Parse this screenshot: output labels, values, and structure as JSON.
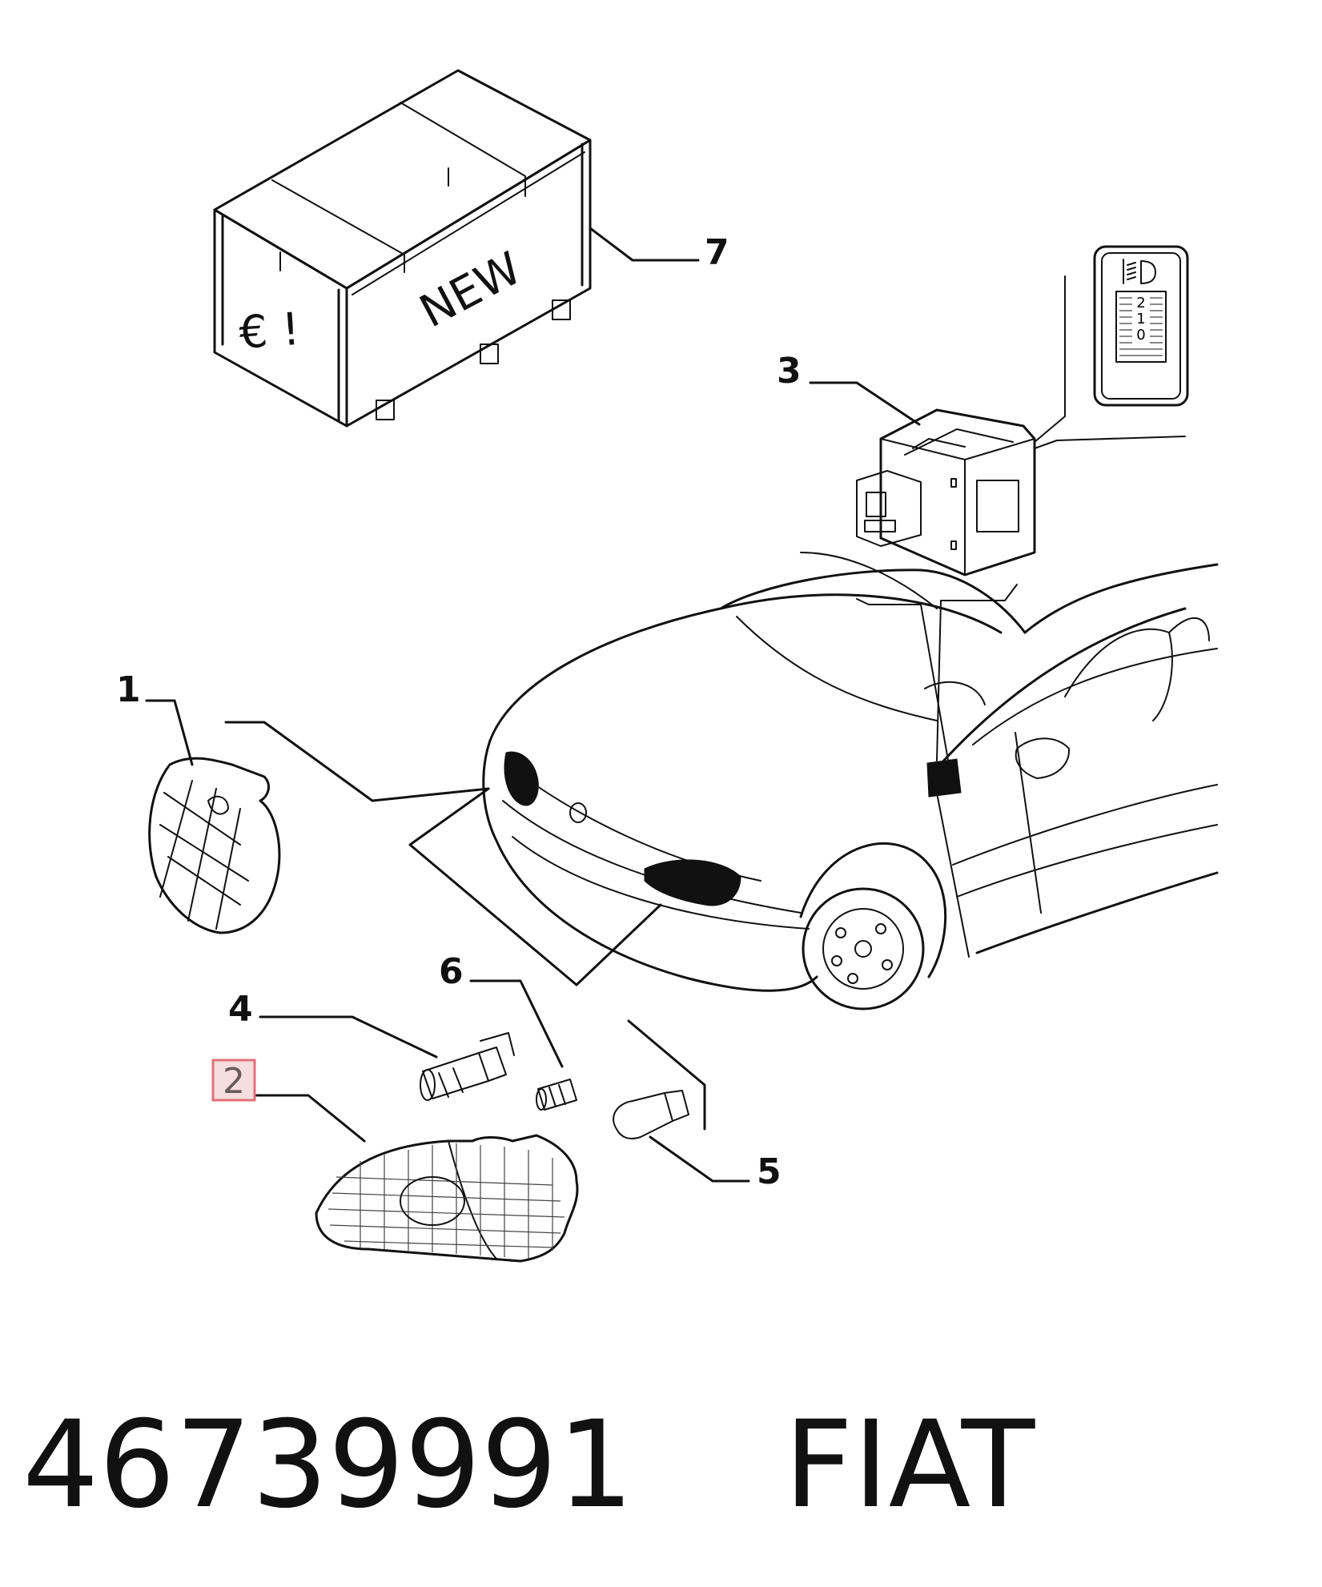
{
  "diagram": {
    "callouts": {
      "one": "1",
      "two": "2",
      "three": "3",
      "four": "4",
      "five": "5",
      "six": "6",
      "seven": "7"
    },
    "highlighted_callout": "2",
    "crate": {
      "brand_text": "NEW",
      "symbol_text": "€ !"
    },
    "switch_panel": {
      "dial_values": [
        "2",
        "1",
        "0"
      ]
    }
  },
  "footer": {
    "part_number": "46739991",
    "brand": "FIAT"
  },
  "colors": {
    "line": "#111111",
    "highlight_fill": "#f6dede",
    "highlight_border": "#e0707a",
    "background": "#ffffff"
  }
}
